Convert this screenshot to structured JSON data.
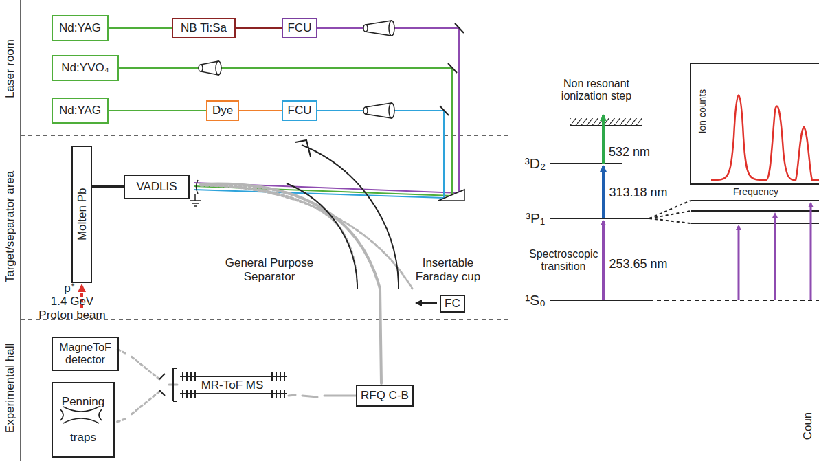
{
  "diagram": {
    "nodes": [
      {
        "text": [
          "Nd:YAG"
        ]
      },
      {
        "text": [
          "NB Ti:Sa"
        ]
      },
      {
        "text": [
          "FCU"
        ]
      },
      {
        "text": [
          "Nd:YVO₄"
        ]
      },
      {
        "text": [
          "Nd:YAG"
        ]
      },
      {
        "text": [
          "Dye"
        ]
      },
      {
        "text": [
          "FCU"
        ]
      },
      {
        "text": [
          "Molten Pb"
        ]
      },
      {
        "text": [
          "VADLIS"
        ]
      },
      {
        "text": [
          "FC"
        ]
      },
      {
        "text": [
          "MagneToF detector"
        ]
      },
      {
        "text": [
          "Penning traps"
        ]
      },
      {
        "text": [
          "RFQ C-B"
        ]
      }
    ],
    "edges": [
      {
        "from": 0,
        "to": 1,
        "arrow": "none"
      },
      {
        "from": 1,
        "to": 2,
        "arrow": "none"
      },
      {
        "from": 4,
        "to": 5,
        "arrow": "none"
      },
      {
        "from": 5,
        "to": 6,
        "arrow": "none"
      },
      {
        "from": 7,
        "to": 8,
        "arrow": "none"
      }
    ],
    "labels": [
      "Laser room",
      "Target/separator area",
      "Experimental hall",
      "p⁺",
      "1.4 GeV Proton beam",
      "General Purpose Separator",
      "Insertable Faraday cup",
      "MR-ToF MS",
      "Non resonant ionization step",
      "532 nm",
      "³D₂",
      "313.18 nm",
      "³P₁",
      "Spectroscopic transition",
      "253.65 nm",
      "¹S₀",
      "Ion counts",
      "Frequency",
      "Coun"
    ]
  }
}
